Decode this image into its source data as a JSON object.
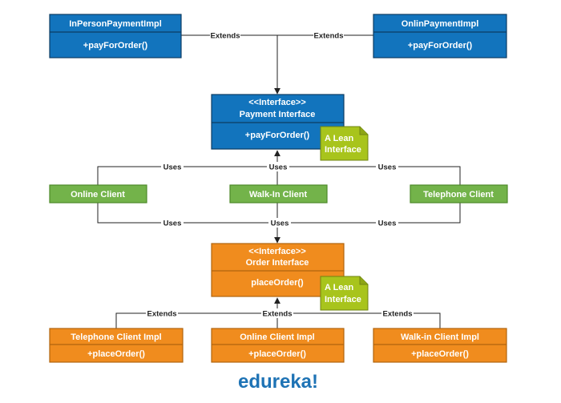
{
  "colors": {
    "blue_fill": "#1274bd",
    "blue_stroke": "#0d3c63",
    "green_fill": "#73b34a",
    "green_stroke": "#4e8a2a",
    "orange_fill": "#f08c1e",
    "orange_stroke": "#b0640e",
    "note_fill": "#a8c41c",
    "note_stroke": "#6f8512",
    "logo": "#1e73b5"
  },
  "payment_impls": [
    {
      "name": "InPersonPaymentImpl",
      "method": "+payForOrder()"
    },
    {
      "name": "OnlinPaymentImpl",
      "method": "+payForOrder()"
    }
  ],
  "payment_interface": {
    "stereotype": "<<Interface>>",
    "name": "Payment Interface",
    "method": "+payForOrder()"
  },
  "clients": [
    {
      "name": "Online Client"
    },
    {
      "name": "Walk-In Client"
    },
    {
      "name": "Telephone Client"
    }
  ],
  "order_interface": {
    "stereotype": "<<Interface>>",
    "name": "Order Interface",
    "method": "placeOrder()"
  },
  "order_impls": [
    {
      "name": "Telephone Client Impl",
      "method": "+placeOrder()"
    },
    {
      "name": "Online Client Impl",
      "method": "+placeOrder()"
    },
    {
      "name": "Walk-in Client Impl",
      "method": "+placeOrder()"
    }
  ],
  "notes": [
    {
      "line1": "A Lean",
      "line2": "Interface"
    },
    {
      "line1": "A Lean",
      "line2": "Interface"
    }
  ],
  "edge_labels": {
    "extends": "Extends",
    "uses": "Uses"
  },
  "logo": "edureka!"
}
